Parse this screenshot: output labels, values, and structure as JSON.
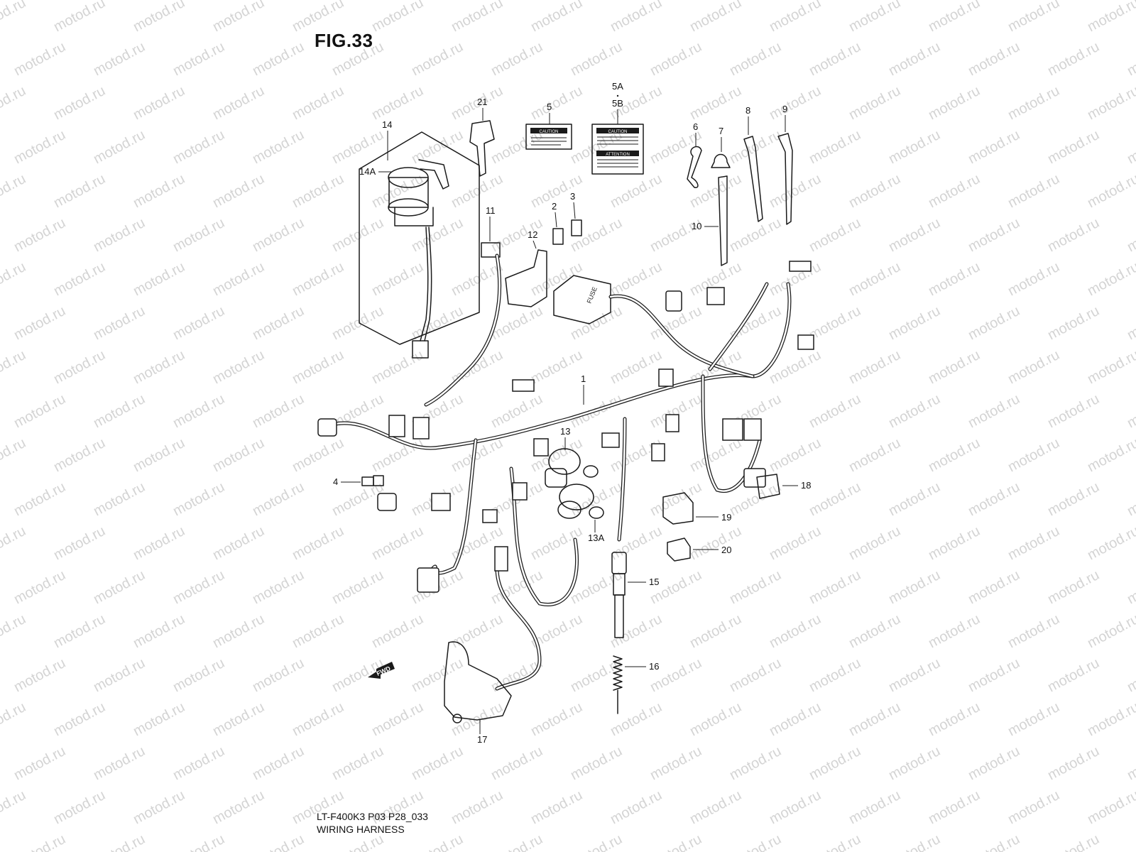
{
  "figure": {
    "title": "FIG.33",
    "model_code": "LT-F400K3 P03 P28_033",
    "caption": "WIRING HARNESS"
  },
  "watermark_text": "motod.ru",
  "callouts": {
    "c1": "1",
    "c2": "2",
    "c3": "3",
    "c4": "4",
    "c5": "5",
    "c5a": "5A",
    "c5b": "5B",
    "c6": "6",
    "c7": "7",
    "c8": "8",
    "c9": "9",
    "c10": "10",
    "c11": "11",
    "c12": "12",
    "c13": "13",
    "c13a": "13A",
    "c14": "14",
    "c14a": "14A",
    "c15": "15",
    "c16": "16",
    "c17": "17",
    "c18": "18",
    "c19": "19",
    "c20": "20",
    "c21": "21"
  },
  "label_texts": {
    "caution": "CAUTION",
    "attention": "ATTENTION",
    "fuse": "FUSE",
    "fwd": "FWD"
  }
}
